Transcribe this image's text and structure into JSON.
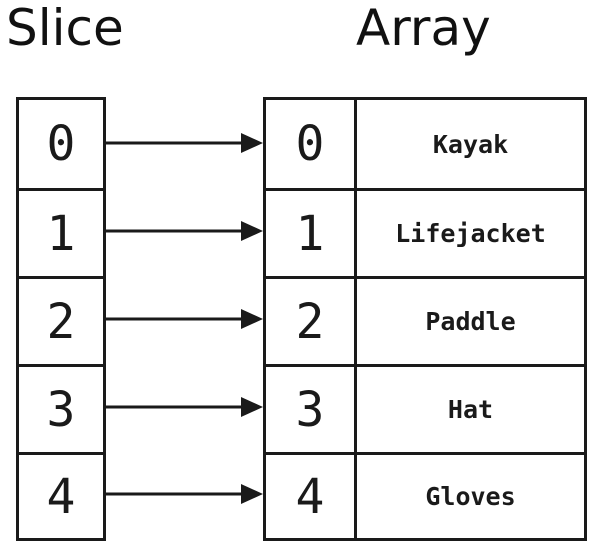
{
  "titles": {
    "slice": "Slice",
    "array": "Array"
  },
  "slice": {
    "indices": [
      "0",
      "1",
      "2",
      "3",
      "4"
    ]
  },
  "array": {
    "rows": [
      {
        "index": "0",
        "value": "Kayak"
      },
      {
        "index": "1",
        "value": "Lifejacket"
      },
      {
        "index": "2",
        "value": "Paddle"
      },
      {
        "index": "3",
        "value": "Hat"
      },
      {
        "index": "4",
        "value": "Gloves"
      }
    ]
  },
  "colors": {
    "stroke": "#1a1a1a",
    "background": "#ffffff"
  }
}
